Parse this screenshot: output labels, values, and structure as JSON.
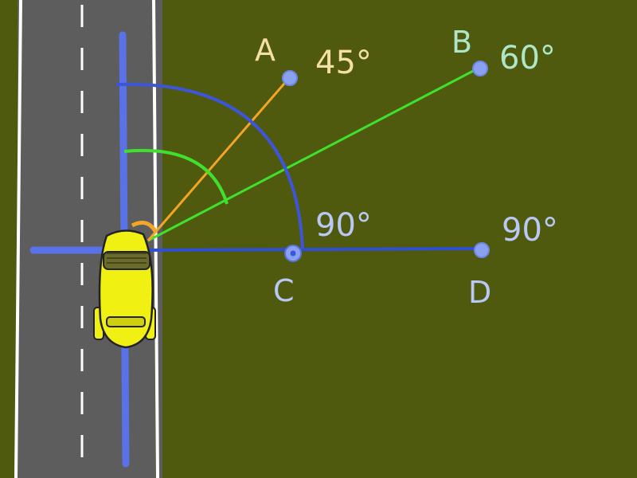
{
  "colors": {
    "grass": "#4f5a0e",
    "road": "#5d5d5d",
    "road_edge": "#ffffff",
    "dash": "#ffffff",
    "axis_blue": "#5a72e8",
    "line_blue": "#2f4fd6",
    "orange": "#f2a526",
    "green": "#3fe12e",
    "car_yellow": "#f0f012",
    "point": "#8aa0f0",
    "label_A": "#f5dfa4",
    "label_B": "#aee6c8",
    "label_C": "#b9c8f4",
    "label_D": "#b9c8f4"
  },
  "points": [
    {
      "id": "A",
      "label": "A",
      "angle_label": "45°"
    },
    {
      "id": "B",
      "label": "B",
      "angle_label": "60°"
    },
    {
      "id": "C",
      "label": "C",
      "angle_label": "90°"
    },
    {
      "id": "D",
      "label": "D",
      "angle_label": "90°"
    }
  ],
  "icons": {
    "vehicle": "car-icon"
  }
}
